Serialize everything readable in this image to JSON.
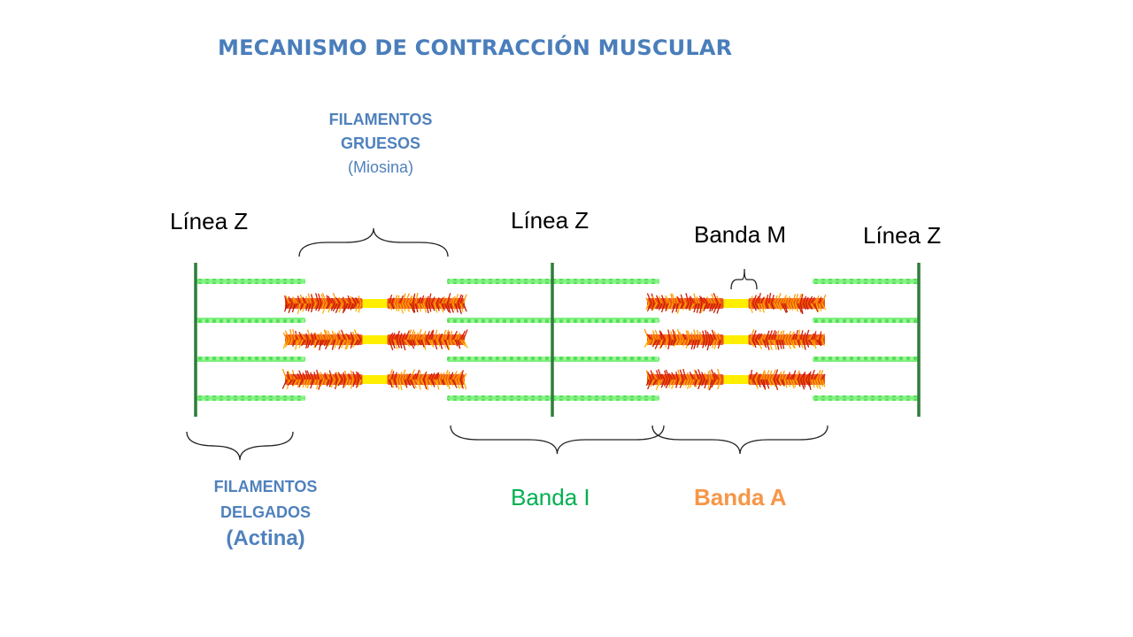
{
  "title": "MECANISMO DE CONTRACCIÓN MUSCULAR",
  "labels": {
    "thick_filaments": {
      "line1": "FILAMENTOS",
      "line2": "GRUESOS",
      "line3": "(Miosina)"
    },
    "thin_filaments": {
      "line1": "FILAMENTOS",
      "line2": "DELGADOS",
      "line3": "(Actina)"
    },
    "z_line_left": "Línea Z",
    "z_line_middle": "Línea Z",
    "z_line_right": "Línea Z",
    "m_band": "Banda M",
    "i_band": "Banda I",
    "a_band": "Banda A"
  },
  "colors": {
    "title": "#4a7ebb",
    "filament_labels": "#4f81bd",
    "z_line": "#2e7d3a",
    "actin": "#66ee66",
    "myosin_core": "#ffee00",
    "myosin_heads": "#dd2200",
    "i_band_text": "#00b050",
    "a_band_text": "#f79646"
  }
}
